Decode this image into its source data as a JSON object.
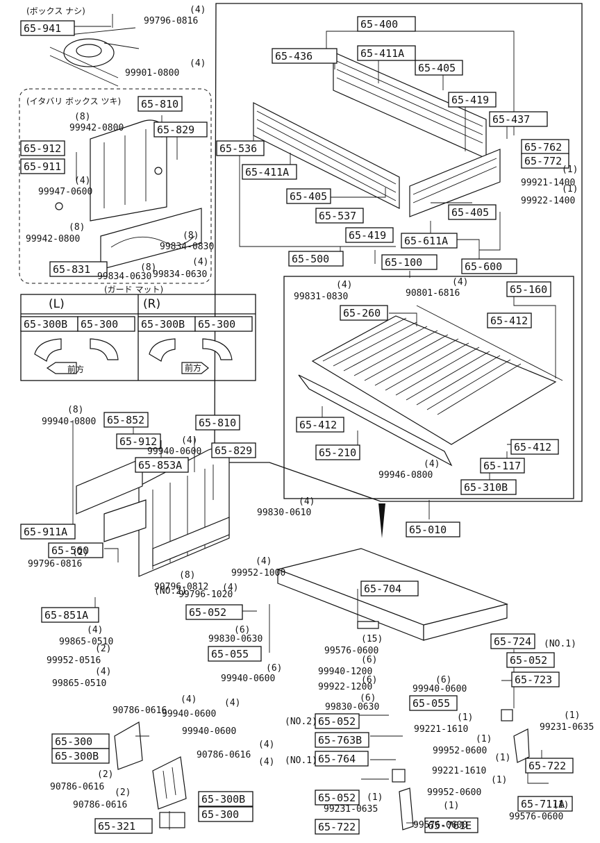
{
  "headers": {
    "no_box": "(ボックス ナシ)",
    "with_box": "(イタバリ ボックス ツキ)",
    "guard_mat": "(ガード マット)",
    "left": "(L)",
    "right": "(R)",
    "front": "前方"
  },
  "boxed_parts": [
    {
      "text": "65-941"
    },
    {
      "text": "65-810"
    },
    {
      "text": "65-829"
    },
    {
      "text": "65-912"
    },
    {
      "text": "65-911"
    },
    {
      "text": "65-831"
    },
    {
      "text": "65-300B"
    },
    {
      "text": "65-300"
    },
    {
      "text": "65-300B"
    },
    {
      "text": "65-300"
    },
    {
      "text": "65-400"
    },
    {
      "text": "65-436"
    },
    {
      "text": "65-411A"
    },
    {
      "text": "65-405"
    },
    {
      "text": "65-419"
    },
    {
      "text": "65-437"
    },
    {
      "text": "65-536"
    },
    {
      "text": "65-411A"
    },
    {
      "text": "65-762"
    },
    {
      "text": "65-772"
    },
    {
      "text": "65-405"
    },
    {
      "text": "65-537"
    },
    {
      "text": "65-405"
    },
    {
      "text": "65-419"
    },
    {
      "text": "65-611A"
    },
    {
      "text": "65-500"
    },
    {
      "text": "65-100"
    },
    {
      "text": "65-600"
    },
    {
      "text": "65-260"
    },
    {
      "text": "65-160"
    },
    {
      "text": "65-412"
    },
    {
      "text": "65-412"
    },
    {
      "text": "65-210"
    },
    {
      "text": "65-412"
    },
    {
      "text": "65-117"
    },
    {
      "text": "65-310B"
    },
    {
      "text": "65-852"
    },
    {
      "text": "65-810"
    },
    {
      "text": "65-912"
    },
    {
      "text": "65-829"
    },
    {
      "text": "65-853A"
    },
    {
      "text": "65-911A"
    },
    {
      "text": "65-560"
    },
    {
      "text": "65-010"
    },
    {
      "text": "65-704"
    },
    {
      "text": "65-851A"
    },
    {
      "text": "65-052"
    },
    {
      "text": "65-055"
    },
    {
      "text": "65-724"
    },
    {
      "text": "65-052"
    },
    {
      "text": "65-723"
    },
    {
      "text": "65-055"
    },
    {
      "text": "65-052"
    },
    {
      "text": "65-763B"
    },
    {
      "text": "65-764"
    },
    {
      "text": "65-722"
    },
    {
      "text": "65-052"
    },
    {
      "text": "65-711A"
    },
    {
      "text": "65-300"
    },
    {
      "text": "65-300B"
    },
    {
      "text": "65-300B"
    },
    {
      "text": "65-300"
    },
    {
      "text": "65-321"
    },
    {
      "text": "65-722"
    },
    {
      "text": "65-761E"
    }
  ],
  "plain_labels": [
    {
      "text": "(4)"
    },
    {
      "text": "99796-0816"
    },
    {
      "text": "(4)"
    },
    {
      "text": "99901-0800"
    },
    {
      "text": "(8)"
    },
    {
      "text": "99942-0800"
    },
    {
      "text": "(4)"
    },
    {
      "text": "99947-0600"
    },
    {
      "text": "(8)"
    },
    {
      "text": "99942-0800"
    },
    {
      "text": "(8)"
    },
    {
      "text": "99834-0830"
    },
    {
      "text": "(8)"
    },
    {
      "text": "99834-0630"
    },
    {
      "text": "(4)"
    },
    {
      "text": "99834-0630"
    },
    {
      "text": "(1)"
    },
    {
      "text": "99921-1400"
    },
    {
      "text": "(1)"
    },
    {
      "text": "99922-1400"
    },
    {
      "text": "(4)"
    },
    {
      "text": "99831-0830"
    },
    {
      "text": "(4)"
    },
    {
      "text": "90801-6816"
    },
    {
      "text": "(4)"
    },
    {
      "text": "99946-0800"
    },
    {
      "text": "(8)"
    },
    {
      "text": "99940-0800"
    },
    {
      "text": "(4)"
    },
    {
      "text": "99940-0600"
    },
    {
      "text": "(4)"
    },
    {
      "text": "99830-0610"
    },
    {
      "text": "(2)"
    },
    {
      "text": "99796-0816"
    },
    {
      "text": "(4)"
    },
    {
      "text": "99952-1000"
    },
    {
      "text": "(8)"
    },
    {
      "text": "99796-0812"
    },
    {
      "text": "(4)"
    },
    {
      "text": "99796-1020"
    },
    {
      "text": "(NO.2)"
    },
    {
      "text": "(6)"
    },
    {
      "text": "99830-0630"
    },
    {
      "text": "(6)"
    },
    {
      "text": "99940-0600"
    },
    {
      "text": "(4)"
    },
    {
      "text": "99865-0510"
    },
    {
      "text": "(2)"
    },
    {
      "text": "99952-0516"
    },
    {
      "text": "(4)"
    },
    {
      "text": "99865-0510"
    },
    {
      "text": "(15)"
    },
    {
      "text": "99576-0600"
    },
    {
      "text": "(6)"
    },
    {
      "text": "99940-1200"
    },
    {
      "text": "(6)"
    },
    {
      "text": "99922-1200"
    },
    {
      "text": "(6)"
    },
    {
      "text": "99940-0600"
    },
    {
      "text": "(6)"
    },
    {
      "text": "99830-0630"
    },
    {
      "text": "(NO.2)"
    },
    {
      "text": "(NO.1)"
    },
    {
      "text": "(1)"
    },
    {
      "text": "99221-1610"
    },
    {
      "text": "(1)"
    },
    {
      "text": "99231-0635"
    },
    {
      "text": "(1)"
    },
    {
      "text": "99952-0600"
    },
    {
      "text": "(1)"
    },
    {
      "text": "99221-1610"
    },
    {
      "text": "(NO.1)"
    },
    {
      "text": "(1)"
    },
    {
      "text": "99952-0600"
    },
    {
      "text": "(1)"
    },
    {
      "text": "99231-0635"
    },
    {
      "text": "(1)"
    },
    {
      "text": "99576-0600"
    },
    {
      "text": "(1)"
    },
    {
      "text": "99576-0600"
    },
    {
      "text": "(4)"
    },
    {
      "text": "90786-0616"
    },
    {
      "text": "(4)"
    },
    {
      "text": "99940-0600"
    },
    {
      "text": "(4)"
    },
    {
      "text": "99940-0600"
    },
    {
      "text": "(4)"
    },
    {
      "text": "90786-0616"
    },
    {
      "text": "(2)"
    },
    {
      "text": "90786-0616"
    },
    {
      "text": "(2)"
    },
    {
      "text": "90786-0616"
    }
  ]
}
